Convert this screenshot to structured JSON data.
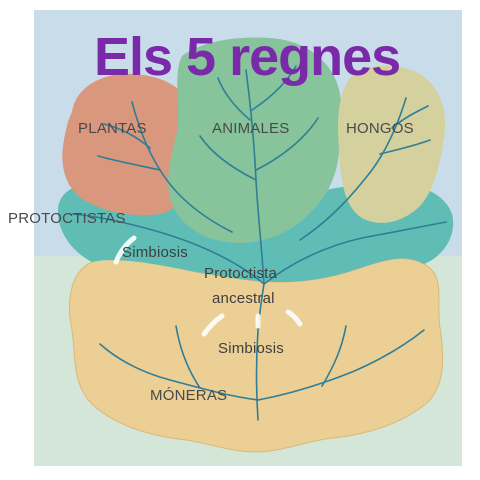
{
  "title": "Els 5 regnes",
  "kingdoms": {
    "plantas": "PLANTAS",
    "animales": "ANIMALES",
    "hongos": "HONGOS",
    "protoctistas": "PROTOCTISTAS",
    "moneras": "MÓNERAS"
  },
  "annotations": {
    "simbiosis_upper": "Simbiosis",
    "protoctista_line1": "Protoctista",
    "protoctista_line2": "ancestral",
    "simbiosis_lower": "Simbiosis"
  },
  "colors": {
    "sky": "#c9dcea",
    "ground": "#d3e6d7",
    "plantas": "#d9977e",
    "animales": "#87c39b",
    "hongos": "#d4d19e",
    "protoctistas": "#5fbdb6",
    "moneras": "#ebcf95",
    "branches": "#2f7e98",
    "title": "#7a2aa8"
  }
}
